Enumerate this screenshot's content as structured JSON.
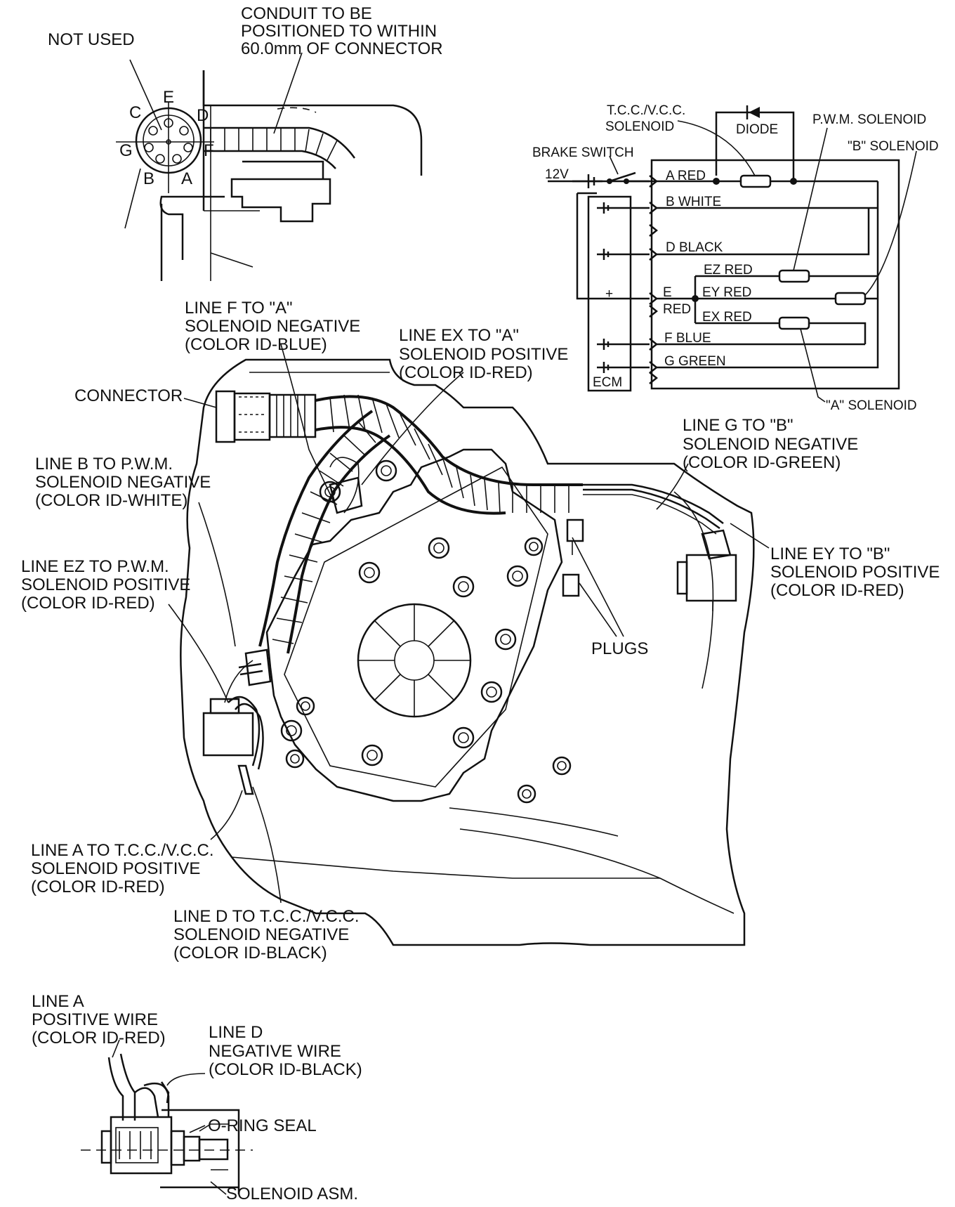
{
  "connector_view": {
    "not_used": "NOT USED",
    "conduit_1": "CONDUIT TO BE",
    "conduit_2": "POSITIONED TO WITHIN",
    "conduit_3": "60.0mm OF CONNECTOR",
    "pins": {
      "a": "A",
      "b": "B",
      "c": "C",
      "d": "D",
      "e": "E",
      "f": "F",
      "g": "G"
    }
  },
  "schematic": {
    "tcc_1": "T.C.C./V.C.C.",
    "tcc_2": "SOLENOID",
    "diode": "DIODE",
    "pwm": "P.W.M. SOLENOID",
    "b_sol": "\"B\" SOLENOID",
    "brake": "BRAKE SWITCH",
    "v12": "12V",
    "plus": "+",
    "a_red": "A RED",
    "b_white": "B WHITE",
    "d_black": "D BLACK",
    "ez_red": "EZ RED",
    "ey_red": "EY RED",
    "e": "E",
    "red": "RED",
    "ex_red": "EX RED",
    "f_blue": "F BLUE",
    "g_green": "G GREEN",
    "ecm": "ECM",
    "a_sol": "\"A\" SOLENOID"
  },
  "callouts": {
    "f_1": "LINE F TO \"A\"",
    "f_2": "SOLENOID NEGATIVE",
    "f_3": "(COLOR ID-BLUE)",
    "ex_1": "LINE EX TO \"A\"",
    "ex_2": "SOLENOID POSITIVE",
    "ex_3": "(COLOR ID-RED)",
    "connector": "CONNECTOR",
    "g_1": "LINE G TO \"B\"",
    "g_2": "SOLENOID NEGATIVE",
    "g_3": "(COLOR ID-GREEN)",
    "b_1": "LINE B TO P.W.M.",
    "b_2": "SOLENOID NEGATIVE",
    "b_3": "(COLOR ID-WHITE)",
    "ey_1": "LINE EY TO \"B\"",
    "ey_2": "SOLENOID POSITIVE",
    "ey_3": "(COLOR ID-RED)",
    "ez_1": "LINE EZ TO P.W.M.",
    "ez_2": "SOLENOID POSITIVE",
    "ez_3": "(COLOR ID-RED)",
    "plugs": "PLUGS",
    "a_1": "LINE A TO T.C.C./V.C.C.",
    "a_2": "SOLENOID POSITIVE",
    "a_3": "(COLOR ID-RED)",
    "d_1": "LINE D TO T.C.C./V.C.C.",
    "d_2": "SOLENOID NEGATIVE",
    "d_3": "(COLOR ID-BLACK)"
  },
  "detail": {
    "a_1": "LINE A",
    "a_2": "POSITIVE WIRE",
    "a_3": "(COLOR ID-RED)",
    "d_1": "LINE D",
    "d_2": "NEGATIVE WIRE",
    "d_3": "(COLOR ID-BLACK)",
    "oring": "O-RING SEAL",
    "solenoid": "SOLENOID ASM."
  }
}
